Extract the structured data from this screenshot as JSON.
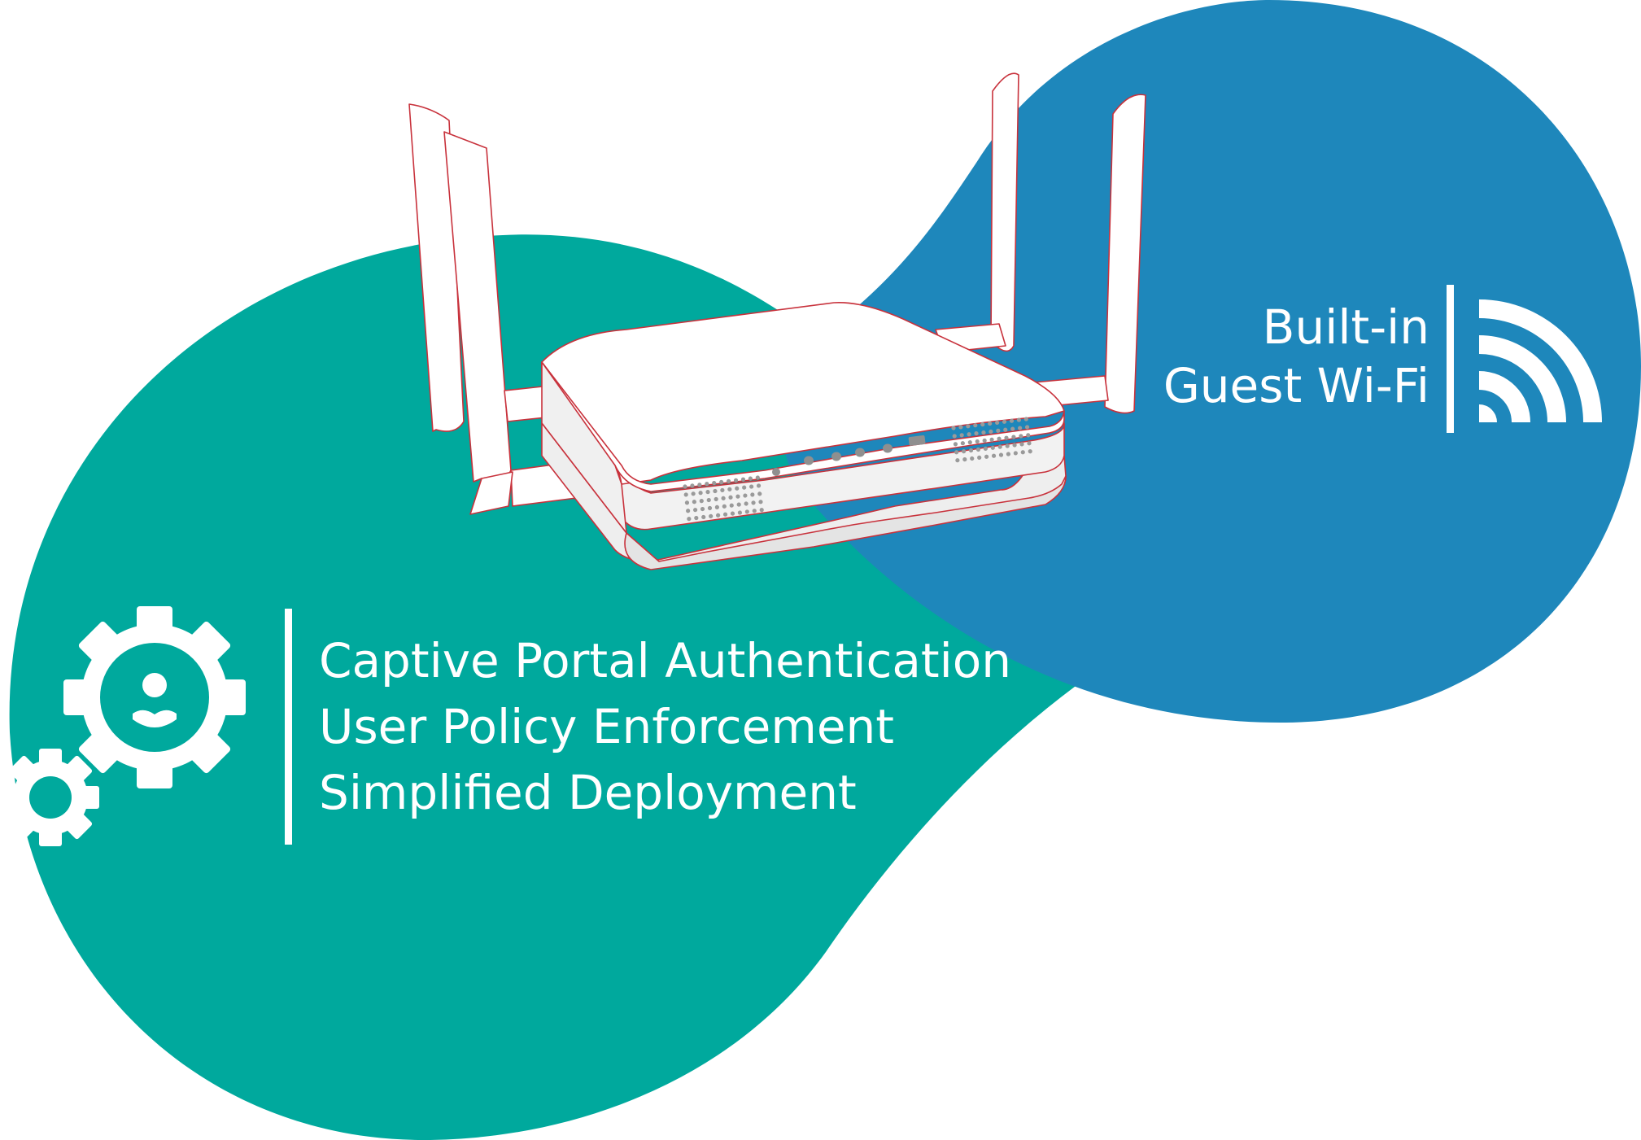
{
  "colors": {
    "background": "#ffffff",
    "teal_blob": "#00a99d",
    "blue_blob": "#1e87bb",
    "text": "#ffffff",
    "router_body": "#ffffff",
    "router_outline": "#c8323c"
  },
  "wifi_panel": {
    "lines": [
      "Built-in",
      "Guest Wi-Fi"
    ],
    "icon": "wifi-icon"
  },
  "features_panel": {
    "lines": [
      "Captive Portal Authentication",
      "User Policy Enforcement",
      "Simplified Deployment"
    ],
    "icon": "user-gear-icon"
  },
  "device": {
    "icon": "wireless-router-icon",
    "antenna_count": 4
  }
}
